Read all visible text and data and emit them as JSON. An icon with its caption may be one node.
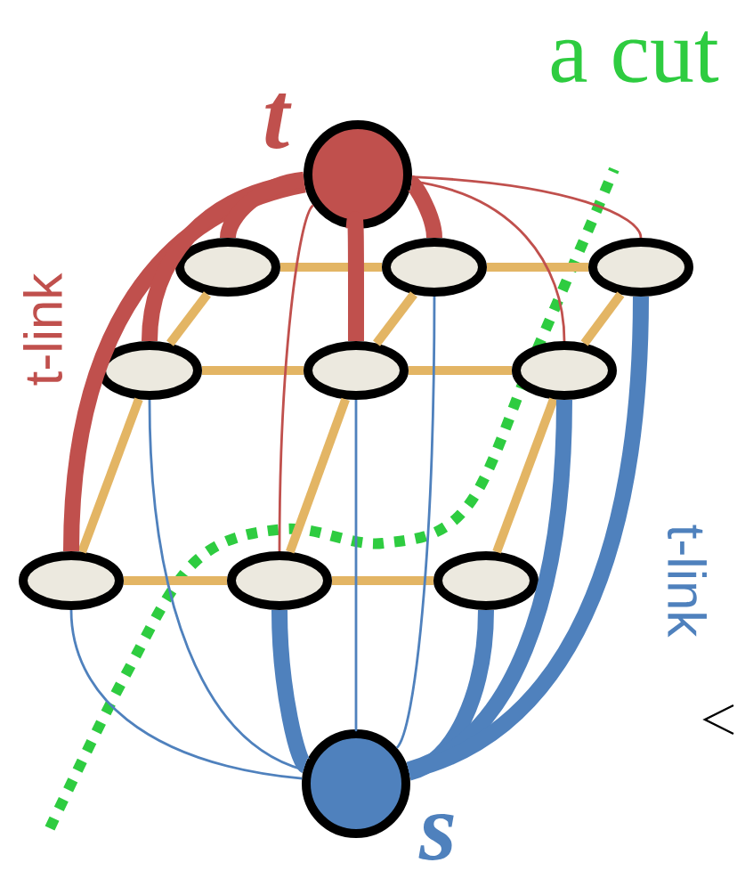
{
  "diagram": {
    "nodes": [
      {
        "text": [
          "t"
        ]
      },
      {
        "text": [],
        "shape": "ellipse"
      },
      {
        "text": [],
        "shape": "ellipse"
      },
      {
        "text": [],
        "shape": "ellipse"
      },
      {
        "text": [],
        "shape": "ellipse"
      },
      {
        "text": [],
        "shape": "ellipse"
      },
      {
        "text": [],
        "shape": "ellipse"
      },
      {
        "text": [],
        "shape": "ellipse"
      },
      {
        "text": [],
        "shape": "ellipse"
      },
      {
        "text": [],
        "shape": "ellipse"
      },
      {
        "text": [
          "s"
        ]
      }
    ],
    "edges": [
      {
        "from": 1,
        "to": 2,
        "arrow": "none"
      },
      {
        "from": 2,
        "to": 3,
        "arrow": "none"
      },
      {
        "from": 4,
        "to": 5,
        "arrow": "none"
      },
      {
        "from": 5,
        "to": 6,
        "arrow": "none"
      },
      {
        "from": 7,
        "to": 8,
        "arrow": "none"
      },
      {
        "from": 8,
        "to": 9,
        "arrow": "none"
      },
      {
        "from": 1,
        "to": 4,
        "arrow": "none"
      },
      {
        "from": 2,
        "to": 5,
        "arrow": "none"
      },
      {
        "from": 3,
        "to": 6,
        "arrow": "none"
      },
      {
        "from": 4,
        "to": 7,
        "arrow": "none"
      },
      {
        "from": 5,
        "to": 8,
        "arrow": "none"
      },
      {
        "from": 6,
        "to": 9,
        "arrow": "none"
      },
      {
        "from": 0,
        "to": 7,
        "arrow": "none",
        "style": "thick",
        "color": "#c0504d"
      },
      {
        "from": 0,
        "to": 4,
        "arrow": "none",
        "style": "thick",
        "color": "#c0504d"
      },
      {
        "from": 0,
        "to": 1,
        "arrow": "none",
        "style": "thick",
        "color": "#c0504d"
      },
      {
        "from": 0,
        "to": 8,
        "arrow": "none",
        "color": "#c0504d"
      },
      {
        "from": 0,
        "to": 5,
        "arrow": "none",
        "style": "thick",
        "color": "#c0504d"
      },
      {
        "from": 0,
        "to": 2,
        "arrow": "none",
        "style": "thick",
        "color": "#c0504d"
      },
      {
        "from": 0,
        "to": 6,
        "arrow": "none",
        "color": "#c0504d"
      },
      {
        "from": 0,
        "to": 3,
        "arrow": "none",
        "color": "#c0504d"
      },
      {
        "from": 10,
        "to": 7,
        "arrow": "none",
        "color": "#4f81bd"
      },
      {
        "from": 10,
        "to": 4,
        "arrow": "none",
        "color": "#4f81bd"
      },
      {
        "from": 10,
        "to": 8,
        "arrow": "none",
        "style": "thick",
        "color": "#4f81bd"
      },
      {
        "from": 10,
        "to": 5,
        "arrow": "none",
        "color": "#4f81bd"
      },
      {
        "from": 10,
        "to": 2,
        "arrow": "none",
        "color": "#4f81bd"
      },
      {
        "from": 10,
        "to": 9,
        "arrow": "none",
        "style": "thick",
        "color": "#4f81bd"
      },
      {
        "from": 10,
        "to": 6,
        "arrow": "none",
        "style": "thick",
        "color": "#4f81bd"
      },
      {
        "from": 10,
        "to": 3,
        "arrow": "none",
        "style": "thick",
        "color": "#4f81bd"
      }
    ],
    "labels": [
      "a cut",
      "t-link",
      "t-link"
    ]
  }
}
